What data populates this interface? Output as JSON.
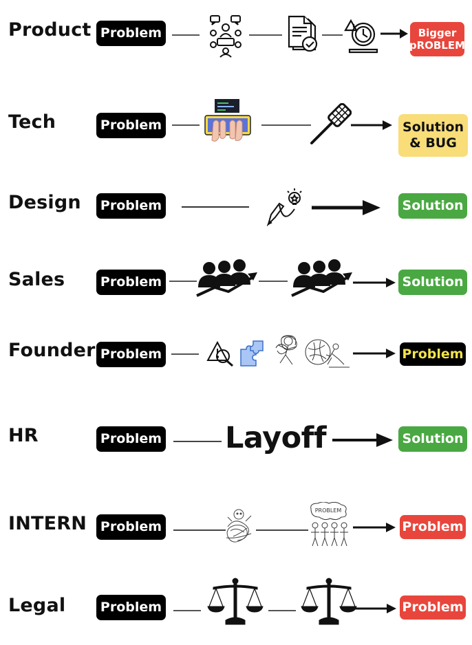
{
  "rows": [
    {
      "role": "Product",
      "start": "Problem",
      "result": "Bigger pROBLEM",
      "result_line1": "Bigger",
      "result_line2": "pROBLEM"
    },
    {
      "role": "Tech",
      "start": "Problem",
      "result_line1": "Solution",
      "result_line2": "& BUG"
    },
    {
      "role": "Design",
      "start": "Problem",
      "result": "Solution"
    },
    {
      "role": "Sales",
      "start": "Problem",
      "result": "Solution"
    },
    {
      "role": "Founder",
      "start": "Problem",
      "result": "Problem"
    },
    {
      "role": "HR",
      "start": "Problem",
      "middle_text": "Layoff",
      "result": "Solution"
    },
    {
      "role": "INTERN",
      "start": "Problem",
      "result": "Problem",
      "speech_bubble": "PROBLEM"
    },
    {
      "role": "Legal",
      "start": "Problem",
      "result": "Problem"
    }
  ],
  "colors": {
    "pill_black": "#000000",
    "solution_green": "#4aa842",
    "problem_red": "#e8463c",
    "bug_yellow": "#f8dd79",
    "founder_yellow_text": "#f4e34b"
  },
  "icons": {
    "product": [
      "meeting-team-icon",
      "checked-document-icon",
      "deadline-clock-icon"
    ],
    "tech": [
      "typing-keyboard-icon",
      "fly-swatter-icon"
    ],
    "design": [
      "pencil-lightbulb-icon"
    ],
    "sales": [
      "team-growth-icon",
      "team-growth-icon"
    ],
    "founder": [
      "warning-search-icon",
      "puzzle-icon",
      "tangled-person-sketch-icon",
      "boulder-push-sketch-icon"
    ],
    "intern": [
      "tangled-ball-sketch-icon",
      "crowd-problem-sketch-icon"
    ],
    "legal": [
      "justice-scale-icon",
      "justice-scale-icon"
    ]
  }
}
